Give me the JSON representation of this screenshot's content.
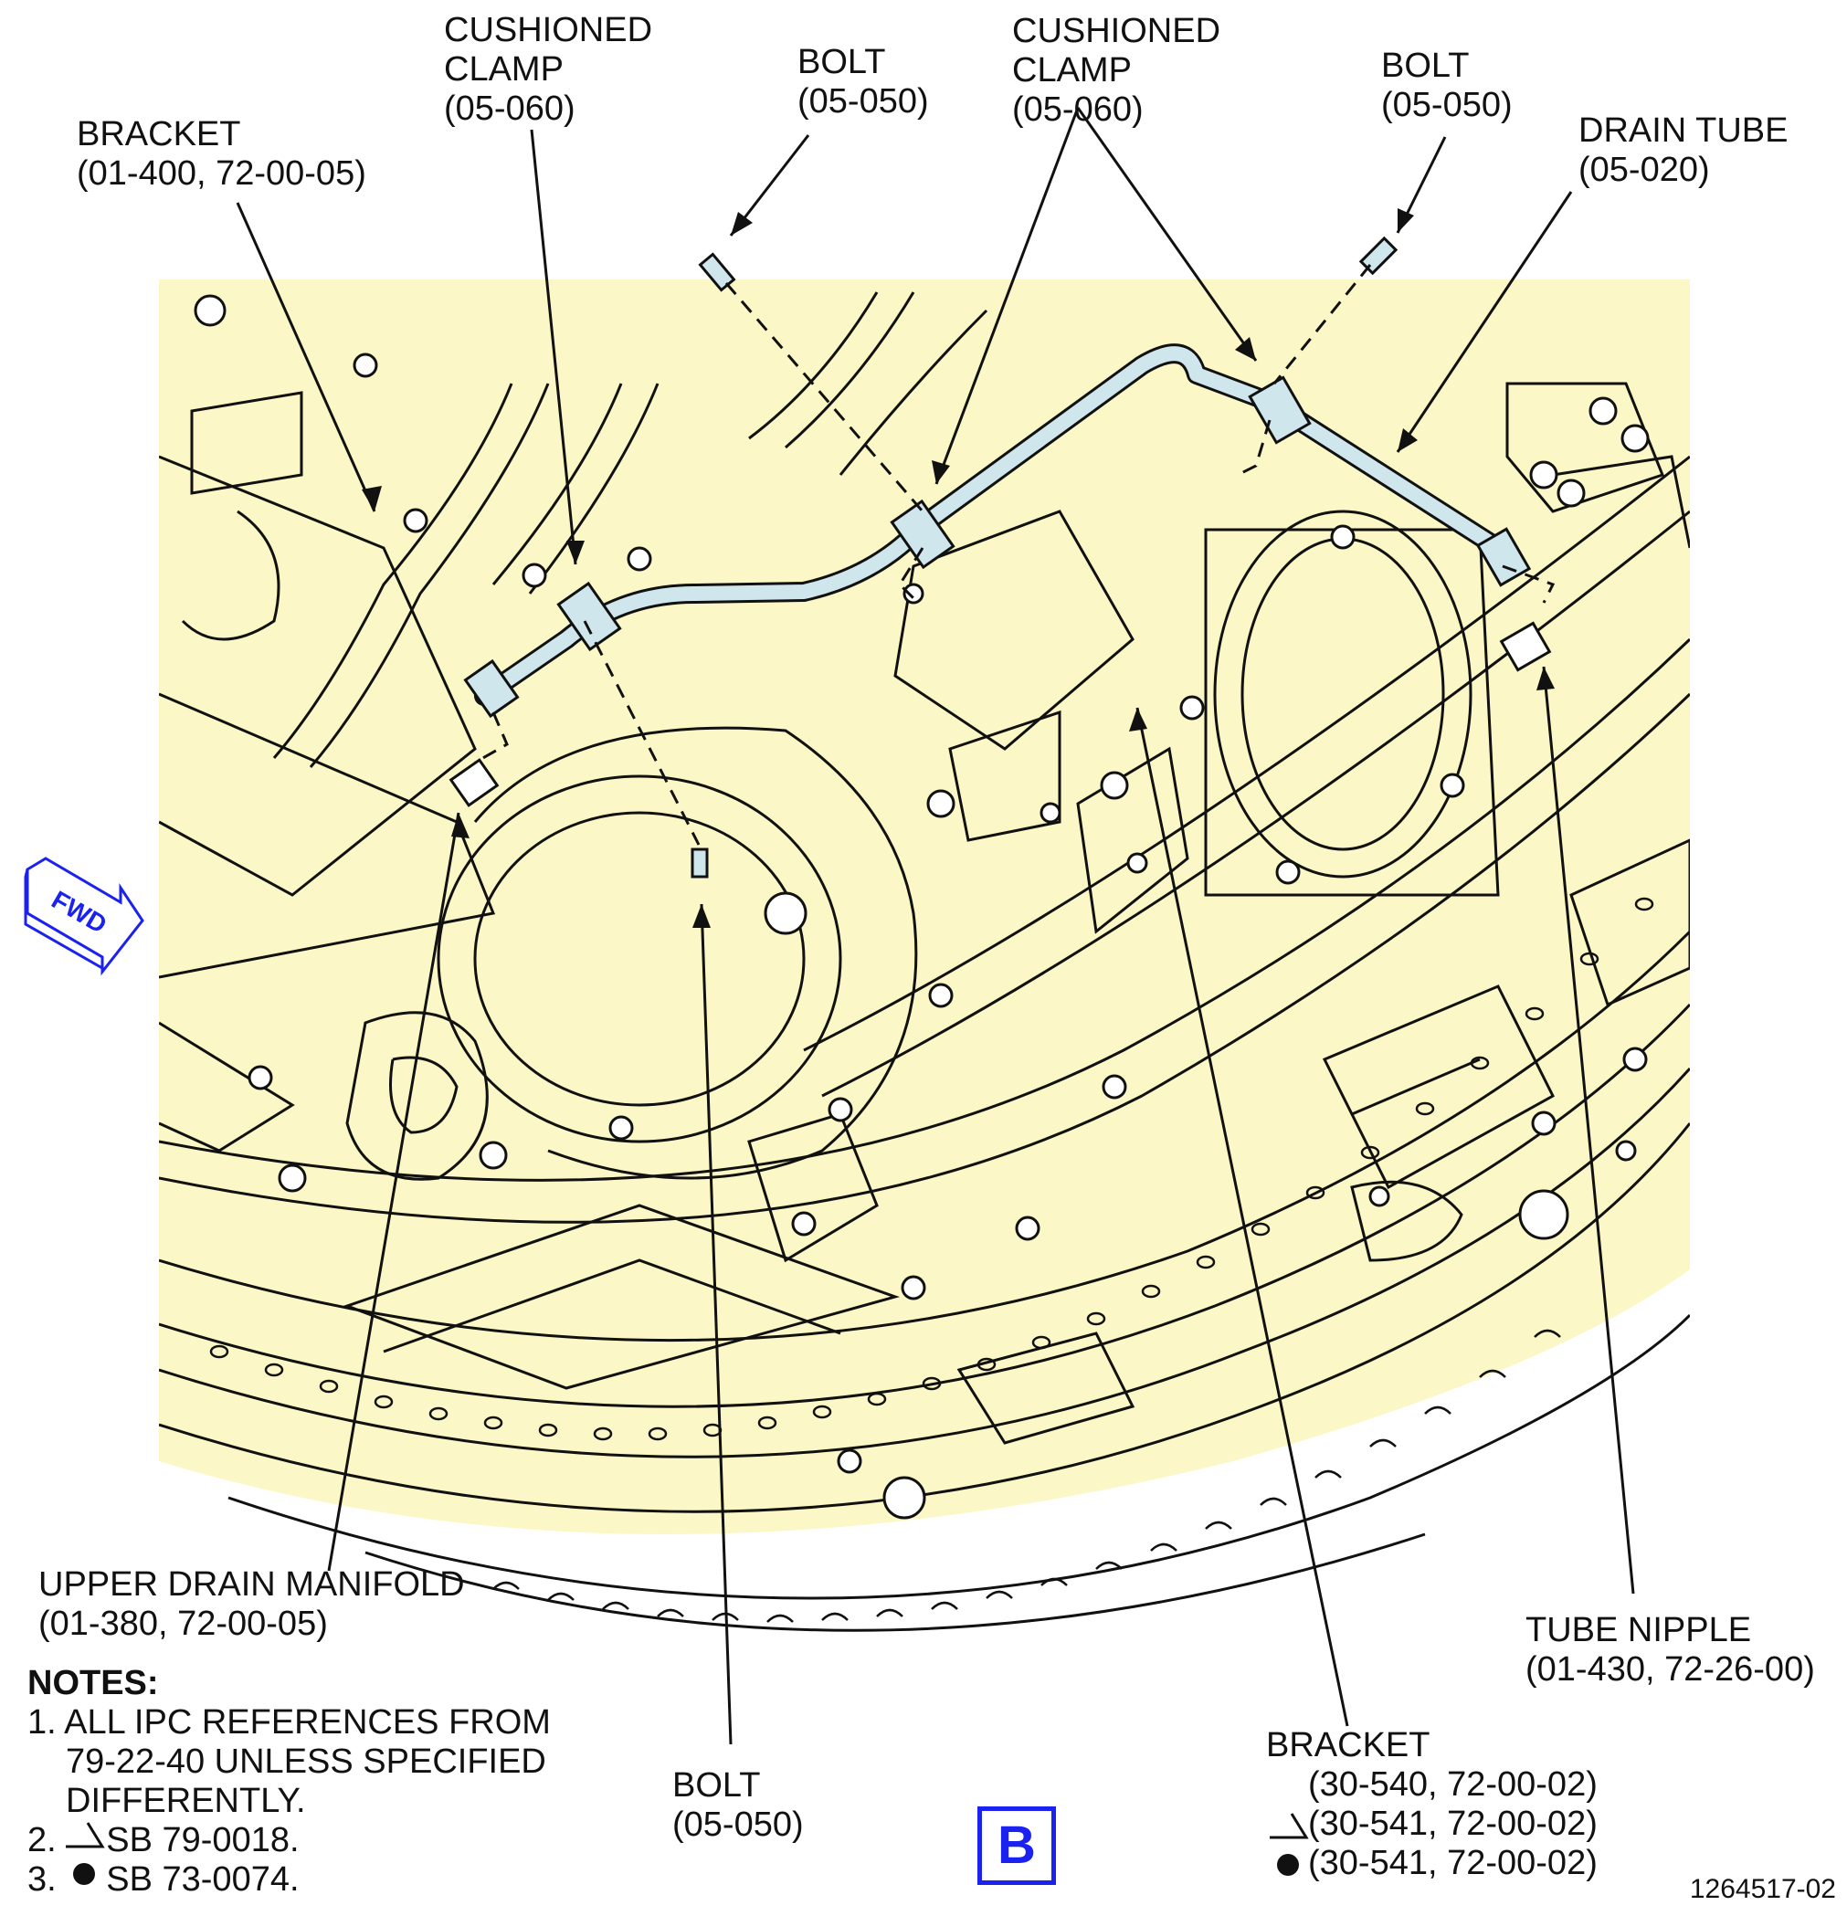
{
  "labels": {
    "bracket_top": {
      "l1": "BRACKET",
      "l2": "(01-400, 72-00-05)"
    },
    "clamp_left": {
      "l1": "CUSHIONED",
      "l2": "CLAMP",
      "l3": "(05-060)"
    },
    "bolt_left": {
      "l1": "BOLT",
      "l2": "(05-050)"
    },
    "clamp_right": {
      "l1": "CUSHIONED",
      "l2": "CLAMP",
      "l3": "(05-060)"
    },
    "bolt_right": {
      "l1": "BOLT",
      "l2": "(05-050)"
    },
    "drain_tube": {
      "l1": "DRAIN TUBE",
      "l2": "(05-020)"
    },
    "upper_drain_manifold": {
      "l1": "UPPER DRAIN MANIFOLD",
      "l2": "(01-380, 72-00-05)"
    },
    "bolt_bottom": {
      "l1": "BOLT",
      "l2": "(05-050)"
    },
    "tube_nipple": {
      "l1": "TUBE NIPPLE",
      "l2": "(01-430, 72-26-00)"
    },
    "bracket_bottom": {
      "l1": "BRACKET",
      "l2": "(30-540, 72-00-02)",
      "l3": "(30-541, 72-00-02)",
      "l4": "(30-541, 72-00-02)"
    }
  },
  "notes": {
    "title": "NOTES:",
    "n1a": "1. ALL IPC REFERENCES FROM",
    "n1b": "79-22-40 UNLESS SPECIFIED",
    "n1c": "DIFFERENTLY.",
    "n2": "2.",
    "n2b": "SB 79-0018.",
    "n3": "3.",
    "n3b": "SB 73-0074."
  },
  "fwd_arrow_text": "FWD",
  "view_letter": "B",
  "figure_number": "1264517-02",
  "colors": {
    "background_panel": "#fbf7c6",
    "tube": "#cfe6ec",
    "accent_blue": "#1b22f0",
    "line": "#111111"
  }
}
